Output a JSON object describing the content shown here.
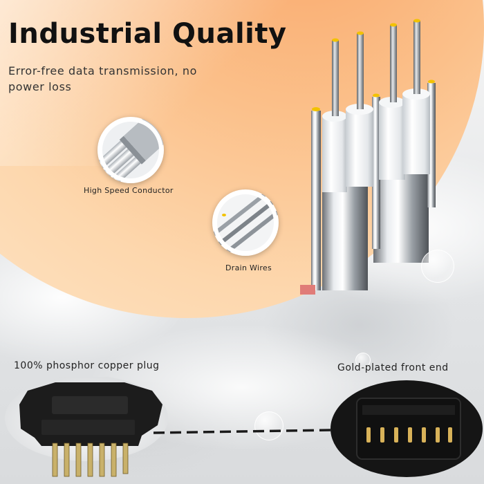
{
  "banner": {
    "title": "Industrial Quality",
    "subtitle": "Error-free data transmission, no power loss"
  },
  "callouts": {
    "conductor": "High Speed Conductor",
    "drain": "Drain Wires"
  },
  "plugs": {
    "left_label": "100% phosphor copper plug",
    "right_label": "Gold-plated front end"
  },
  "colors": {
    "orange": "#f9a76a",
    "pin_gold": "#f2c200",
    "plug_black": "#1c1c1c"
  },
  "icons": {
    "conductor_zoom": "conductor-zoom-icon",
    "drain_zoom": "drain-wire-zoom-icon",
    "cable": "cable-cross-section-icon"
  }
}
